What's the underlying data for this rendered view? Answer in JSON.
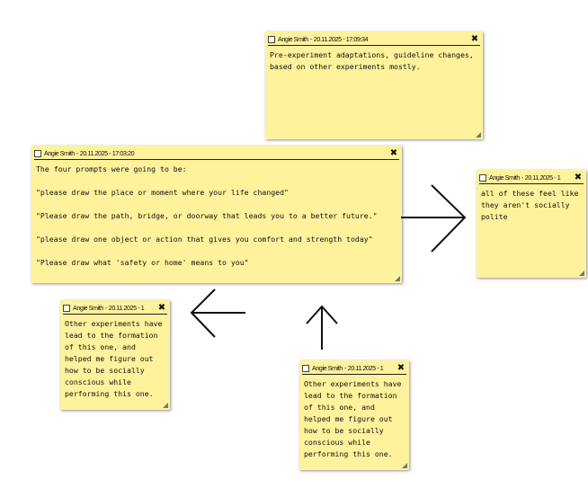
{
  "notes": [
    {
      "author": "Angie Smith",
      "date": "20.11.2025 - 17:09:34",
      "text": "Pre-experiment adaptations, guideline changes,\nbased on other experiments mostly."
    },
    {
      "author": "Angie Smith",
      "date": "20.11.2025 - 17:03:20",
      "text": "The four prompts were going to be:\n\n\"please draw the place or moment where your life changed\"\n\n\"Please draw the path, bridge, or doorway that leads you to a better future.\"\n\n\"please draw one object or action that gives you comfort and strength today\"\n\n\"Please draw what 'safety or home' means to you\""
    },
    {
      "author": "Angie Smith",
      "date": "20.11.2025 - 1",
      "text": "all of these feel like\nthey aren't socially\npolite"
    },
    {
      "author": "Angie Smith",
      "date": "20.11.2025 - 1",
      "text": "Other experiments have\nlead to the formation\nof this one, and\nhelped me figure out\nhow to be socially\nconscious while\nperforming this one."
    },
    {
      "author": "Angie Smith",
      "date": "20.11.2025 - 1",
      "text": "Other experiments have\nlead to the formation\nof this one, and\nhelped me figure out\nhow to be socially\nconscious while\nperforming this one."
    }
  ],
  "separator": "-",
  "icons": {
    "close": "close-icon",
    "checkbox": "checkbox-icon",
    "resize": "resize-grip-icon"
  },
  "colors": {
    "note_background": "#fef29c",
    "text": "#111111"
  }
}
